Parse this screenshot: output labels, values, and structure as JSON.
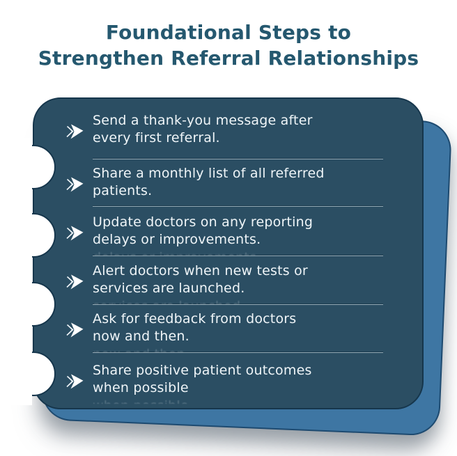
{
  "title": {
    "text": "Foundational Steps to\nStrengthen Referral Relationships"
  },
  "card": {
    "items": [
      {
        "line1": "Send a thank-you message after",
        "line2": "every first referral."
      },
      {
        "line1": "Share a monthly list of all referred",
        "line2": "patients."
      },
      {
        "line1": "Update doctors on any reporting",
        "line2": "delays or improvements."
      },
      {
        "line1": "Alert doctors when new tests or",
        "line2": "services are launched."
      },
      {
        "line1": "Ask for feedback from doctors",
        "line2": "now and then."
      },
      {
        "line1": "Share positive patient outcomes",
        "line2": "when possible"
      }
    ]
  },
  "icons": {
    "bullet": "double-chevron-arrow-right"
  },
  "colors": {
    "title": "#25586f",
    "card_background": "#2b4e63",
    "card_outline": "#16364c",
    "back_card": "#3e76a3",
    "text": "#eff5f8",
    "page_background": "#ffffff"
  }
}
